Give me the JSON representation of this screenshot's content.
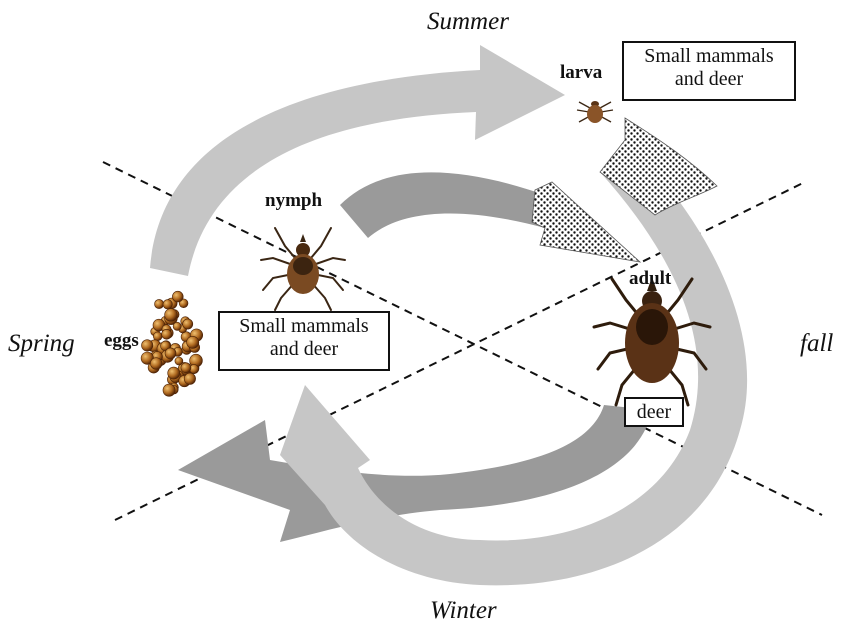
{
  "seasons": {
    "summer": "Summer",
    "spring": "Spring",
    "fall": "fall",
    "winter": "Winter"
  },
  "stages": {
    "larva": "larva",
    "nymph": "nymph",
    "adult": "adult",
    "eggs": "eggs"
  },
  "hosts": {
    "larva": [
      "Small mammals",
      "and deer"
    ],
    "nymph": [
      "Small mammals",
      "and deer"
    ],
    "adult": [
      "deer"
    ]
  },
  "colors": {
    "light_arrow": "#c6c6c6",
    "dark_arrow": "#9a9a9a",
    "tick_body": "#6b4020",
    "tick_legs": "#3a2614",
    "eggs": "#9a5a1a"
  },
  "icons": [
    "tick-larva-icon",
    "tick-nymph-icon",
    "tick-adult-icon",
    "eggs-cluster-icon"
  ]
}
